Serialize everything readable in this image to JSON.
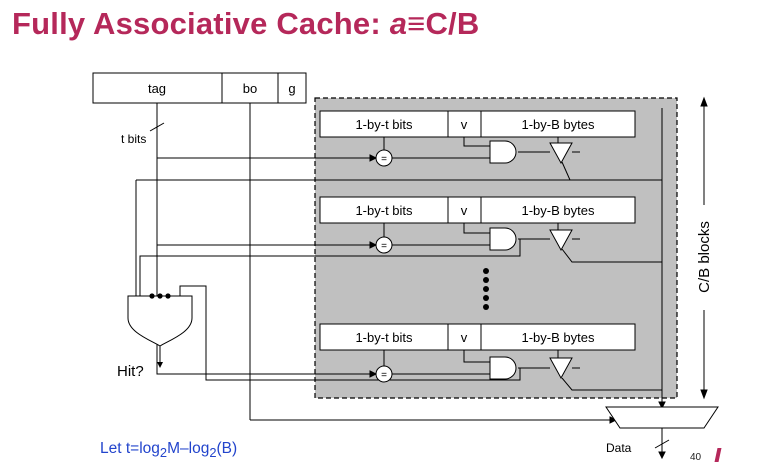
{
  "slide": {
    "title_prefix": "Fully Associative Cache: ",
    "title_italic": "a",
    "title_suffix": "≡C/B",
    "page_number": "40",
    "accent_color": "#b5285a",
    "formula": {
      "prefix": "Let t=log",
      "sub1": "2",
      "middle": "M–log",
      "sub2": "2",
      "suffix": "(B)",
      "color": "#2244cc"
    }
  },
  "diagram": {
    "address": {
      "tag": "tag",
      "bo": "bo",
      "g": "g"
    },
    "t_bits": "t bits",
    "entry": {
      "tag_field": "1-by-t bits",
      "valid": "v",
      "data_field": "1-by-B bytes",
      "comparator": "="
    },
    "side_label": "C/B blocks",
    "hit_label": "Hit?",
    "data_label": "Data",
    "array_fill": "#c0c0c0"
  }
}
